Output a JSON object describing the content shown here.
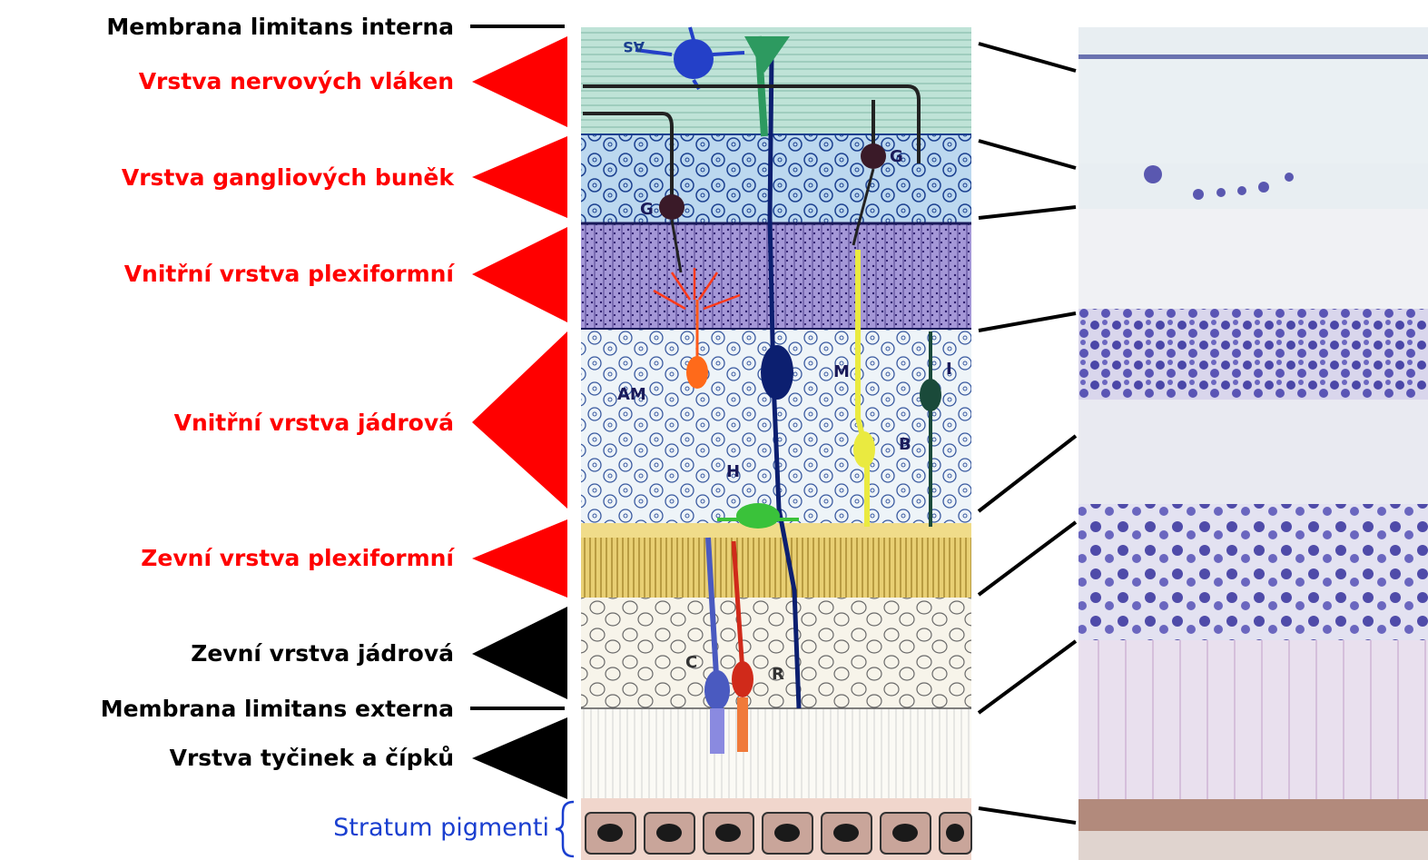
{
  "labels": {
    "membrana_interna": "Membrana limitans interna",
    "nervovych": "Vrstva nervových vláken",
    "gangliovych": "Vrstva gangliových buněk",
    "vnitrni_plexi": "Vnitřní vrstva plexiformní",
    "vnitrni_jadrova": "Vnitřní vrstva jádrová",
    "zevni_plexi": "Zevní vrstva plexiformní",
    "zevni_jadrova": "Zevní vrstva jádrová",
    "membrana_externa": "Membrana limitans externa",
    "tycinek": "Vrstva tyčinek a čípků",
    "pigmenti": "Stratum pigmenti"
  },
  "cell_letters": {
    "as": "AS",
    "g1": "G",
    "g2": "G",
    "m": "M",
    "am": "AM",
    "i": "I",
    "b": "B",
    "h": "H",
    "c": "C",
    "r": "R"
  },
  "colors": {
    "accent_red": "#ff0000",
    "blue_label": "#1a3fd0"
  }
}
